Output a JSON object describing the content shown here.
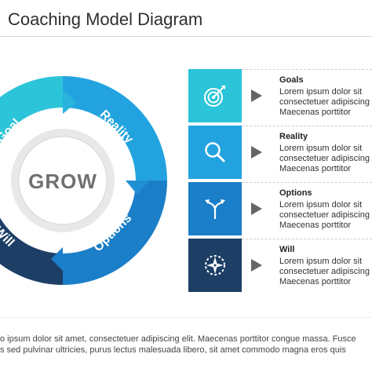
{
  "title": "Coaching Model Diagram",
  "center_label": "GROW",
  "segments": [
    {
      "label": "Goal",
      "color": "#2bc4d8"
    },
    {
      "label": "Reality",
      "color": "#22a3e0"
    },
    {
      "label": "Options",
      "color": "#1b7ec8"
    },
    {
      "label": "Will",
      "color": "#1d3f66"
    }
  ],
  "rows": [
    {
      "title": "Goals",
      "icon": "target-icon",
      "color": "#2bc4d8",
      "lines": [
        "Lorem ipsum dolor sit",
        "consectetuer adipiscing",
        "Maecenas porttitor"
      ]
    },
    {
      "title": "Reality",
      "icon": "search-icon",
      "color": "#22a3e0",
      "lines": [
        "Lorem ipsum dolor sit",
        "consectetuer adipiscing",
        "Maecenas porttitor"
      ]
    },
    {
      "title": "Options",
      "icon": "split-arrow-icon",
      "color": "#1b7ec8",
      "lines": [
        "Lorem ipsum dolor sit",
        "consectetuer adipiscing",
        "Maecenas porttitor"
      ]
    },
    {
      "title": "Will",
      "icon": "compass-icon",
      "color": "#1d3f66",
      "lines": [
        "Lorem ipsum dolor sit",
        "consectetuer adipiscing",
        "Maecenas porttitor"
      ]
    }
  ],
  "footer": {
    "line1": "o ipsum dolor sit amet, consectetuer adipiscing elit. Maecenas porttitor congue massa. Fusce",
    "line2": "s sed pulvinar ultricies, purus lectus malesuada libero, sit amet commodo magna eros quis"
  }
}
